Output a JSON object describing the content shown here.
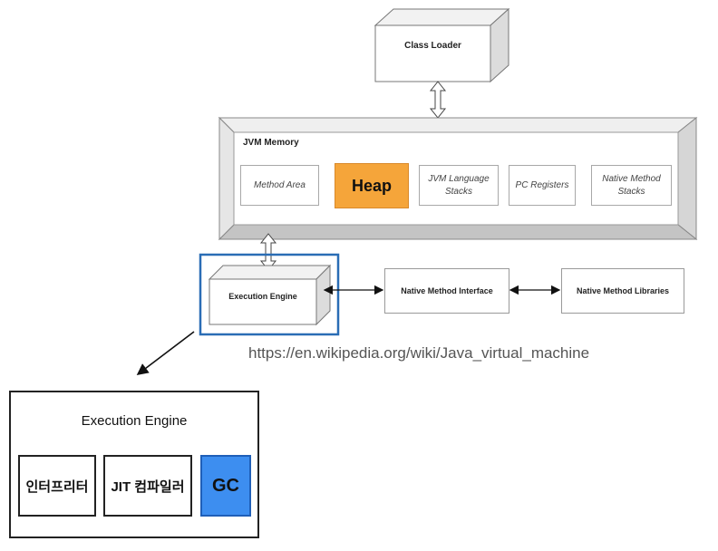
{
  "class_loader": {
    "label": "Class Loader"
  },
  "jvm_memory": {
    "title": "JVM Memory",
    "areas": [
      {
        "label": "Method Area"
      },
      {
        "label": "Heap"
      },
      {
        "label": "JVM Language Stacks"
      },
      {
        "label": "PC Registers"
      },
      {
        "label": "Native Method Stacks"
      }
    ]
  },
  "execution_engine": {
    "label": "Execution Engine"
  },
  "native_method_interface": {
    "label": "Native Method Interface"
  },
  "native_method_libraries": {
    "label": "Native Method Libraries"
  },
  "source_url": "https://en.wikipedia.org/wiki/Java_virtual_machine",
  "detail": {
    "title": "Execution Engine",
    "components": [
      {
        "label": "인터프리터"
      },
      {
        "label": "JIT 컴파일러"
      },
      {
        "label": "GC"
      }
    ]
  },
  "colors": {
    "heap": "#f5a53a",
    "gc": "#3d8ef0",
    "highlight": "#2a6db5"
  }
}
